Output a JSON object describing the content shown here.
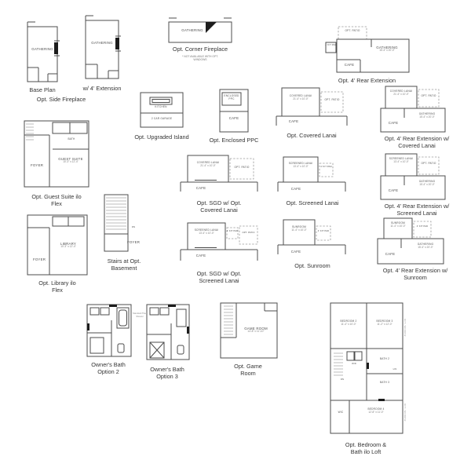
{
  "sheet": {
    "type": "floor-plan-options"
  },
  "captions": {
    "base_plan": "Base Plan",
    "w_4_extension": "w/ 4' Extension",
    "side_fireplace": "Opt. Side Fireplace",
    "corner_fireplace": "Opt. Corner Fireplace",
    "corner_fireplace_note": "* NOT AVAILABLE WITH OPT. WINDOWS",
    "rear_extension": "Opt. 4' Rear Extension",
    "upgraded_island": "Opt. Upgraded Island",
    "enclosed_ppc": "Opt. Enclosed PPC",
    "covered_lanai": "Opt. Covered Lanai",
    "rear_ext_covered_lanai": "Opt. 4' Rear Extension w/ Covered Lanai",
    "guest_suite": "Opt. Guest Suite ilo Flex",
    "sgd_covered_lanai": "Opt. SGD w/ Opt. Covered Lanai",
    "screened_lanai": "Opt. Screened Lanai",
    "rear_ext_screened_lanai": "Opt. 4' Rear Extension w/ Screened Lanai",
    "library": "Opt. Library ilo Flex",
    "stairs_basement": "Stairs at Opt. Basement",
    "sgd_screened_lanai": "Opt. SGD w/ Opt. Screened Lanai",
    "sunroom": "Opt. Sunroom",
    "rear_ext_sunroom": "Opt. 4' Rear Extension w/ Sunroom",
    "owners_bath_2": "Owner's Bath Option 2",
    "owners_bath_3": "Owner's Bath Option 3",
    "game_room": "Opt. Game Room",
    "bedroom_bath_loft": "Opt. Bedroom & Bath ilo Loft"
  },
  "rooms": {
    "gathering": "GATHERING",
    "gathering_dim": "15'-4\" x 20'-0\"",
    "cafe": "CAFE",
    "kitchen": "KITCHEN",
    "garage": "2 CAR GARAGE",
    "enclosed_ppc": "ENCLOSED PPC",
    "opt_patio": "OPT. PATIO",
    "kit_pad": "4' KIT PAD",
    "covered_lanai": "COVERED LANAI",
    "covered_lanai_dim": "21'-4\" x 10'-0\"",
    "screened_lanai": "SCREENED LANAI",
    "screened_lanai_dim": "13'-4\" x 10'-0\"",
    "sunroom": "SUNROOM",
    "sunroom_dim": "11'-4\" x 10'-0\"",
    "foyer": "FOYER",
    "guest_suite": "GUEST SUITE",
    "guest_suite_dim": "10'-3\" x 12'-4\"",
    "bath": "BATH",
    "library": "LIBRARY",
    "library_dim": "10'-3\" x 12'-4\"",
    "dn": "DN",
    "game_room": "GAME ROOM",
    "game_room_dim": "14'-8\" x 11'-10\"",
    "bedroom2": "BEDROOM 2",
    "bedroom2_dim": "11'-4\" x 10'-0\"",
    "bedroom3": "BEDROOM 3",
    "bedroom3_dim": "11'-2\" x 12'-0\"",
    "bedroom4": "BEDROOM 4",
    "bedroom4_dim": "12'-8\" x 11'-0\"",
    "bath2": "BATH 2",
    "bath3": "BATH 3",
    "wic": "WIC",
    "wd": "W/D",
    "lin": "LIN",
    "opt_window": "OPT. WINDOW",
    "tiled_shower": "Standard Tiled Shower"
  }
}
